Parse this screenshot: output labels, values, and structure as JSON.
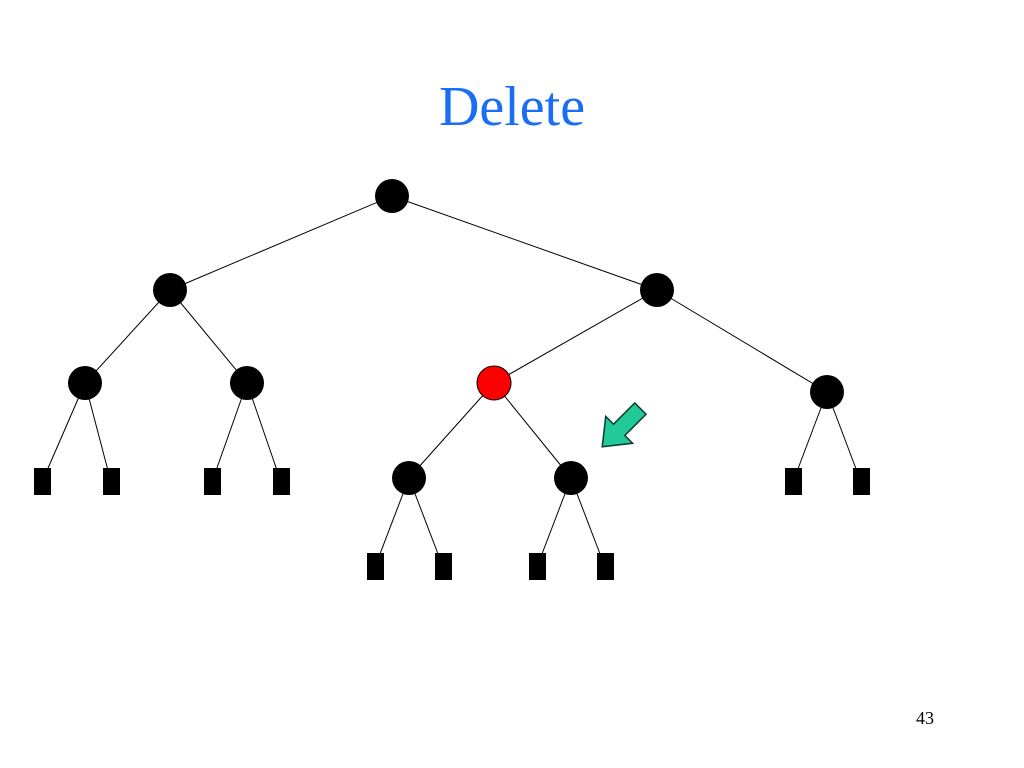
{
  "slide": {
    "title": "Delete",
    "page_number": "43"
  },
  "diagram": {
    "node_color": "#000000",
    "highlight_node_color": "#ff0000",
    "leaf_color": "#000000",
    "edge_color": "#000000",
    "pointer_arrow": {
      "icon": "arrow-down-left-icon",
      "fill": "#20c997",
      "stroke": "#0b3b2e",
      "points_to": "node-right-left-right"
    },
    "highlighted_node": "node-right-left"
  }
}
